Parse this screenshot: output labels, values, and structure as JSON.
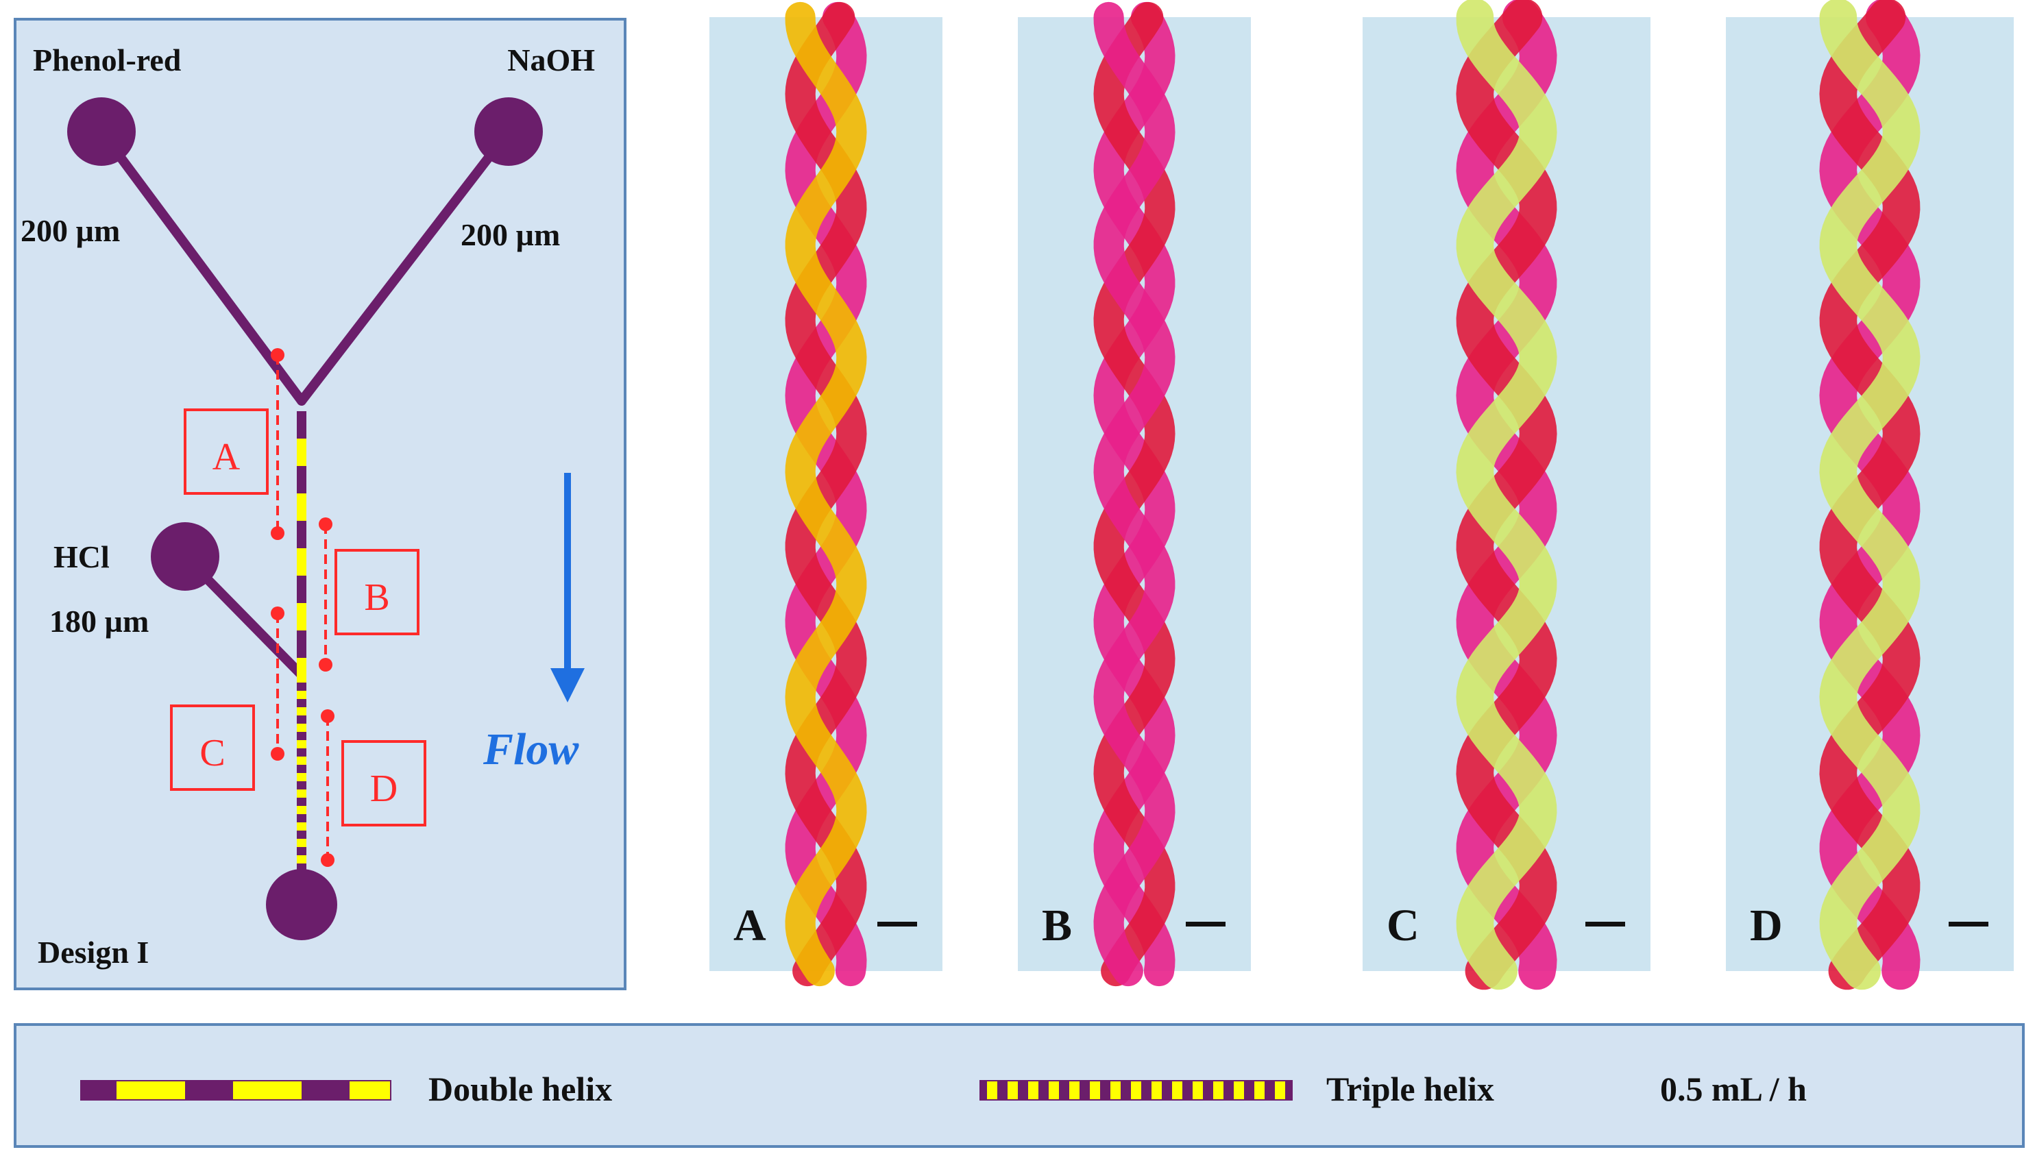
{
  "schematic": {
    "inlet_1": "Phenol-red",
    "inlet_2": "NaOH",
    "inlet_3": "HCl",
    "width_1": "200 µm",
    "width_2": "200 µm",
    "width_3": "180 µm",
    "design": "Design I",
    "flow": "Flow",
    "markers": [
      "A",
      "B",
      "C",
      "D"
    ]
  },
  "panels": [
    {
      "label": "A",
      "stripes": "pink-yellow"
    },
    {
      "label": "B",
      "stripes": "pink"
    },
    {
      "label": "C",
      "stripes": "pink-green"
    },
    {
      "label": "D",
      "stripes": "pink-green"
    }
  ],
  "legend": {
    "double": "Double helix",
    "triple": "Triple helix",
    "rate": "0.5 mL / h"
  },
  "colors": {
    "channel": "#6b1e6b",
    "helix_yellow": "#ffff00",
    "marker_red": "#ff2a2a",
    "flow_blue": "#1f6fe0",
    "panel_bg": "#d4e3f2",
    "photo_bg": "#cde4f0",
    "strand_pink": "#e8208a",
    "strand_red": "#e01a3c",
    "strand_yellow": "#f2b800",
    "strand_green": "#d2e86a"
  }
}
